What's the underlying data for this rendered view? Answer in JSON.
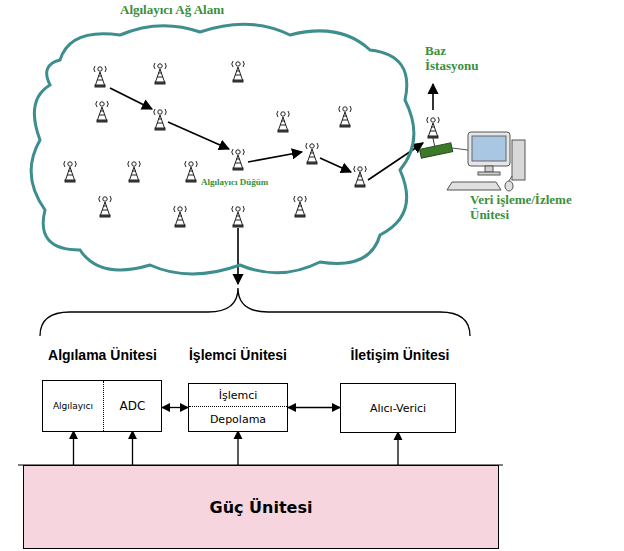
{
  "diagram": {
    "nodes": [
      {
        "text": [
          "Algılayıcı Ağ Alanı"
        ]
      },
      {
        "text": [
          "Algılama Ünitesi"
        ]
      },
      {
        "text": [
          "Algılayıcı"
        ],
        "in": 1
      },
      {
        "text": [
          "ADC"
        ],
        "in": 1
      },
      {
        "text": [
          "İşlemci Ünitesi"
        ]
      },
      {
        "text": [
          "İşlemci"
        ],
        "in": 4
      },
      {
        "text": [
          "Depolama"
        ],
        "in": 4
      },
      {
        "text": [
          "İletişim Ünitesi"
        ]
      },
      {
        "text": [
          "Alıcı-Verici"
        ],
        "in": 7
      },
      {
        "text": [
          "Güç Ünitesi"
        ]
      }
    ],
    "edges": [
      {
        "from": 1,
        "to": 4,
        "arrow": "both"
      },
      {
        "from": 4,
        "to": 7,
        "arrow": "both"
      },
      {
        "from": 9,
        "to": 2,
        "arrow": "to"
      },
      {
        "from": 9,
        "to": 3,
        "arrow": "to"
      },
      {
        "from": 9,
        "to": 6,
        "arrow": "to"
      },
      {
        "from": 9,
        "to": 8,
        "arrow": "to"
      }
    ],
    "labels": [
      "Algılayıcı Düğüm",
      "Baz İstasyonu",
      "Veri işleme/İzleme Ünitesi"
    ]
  }
}
